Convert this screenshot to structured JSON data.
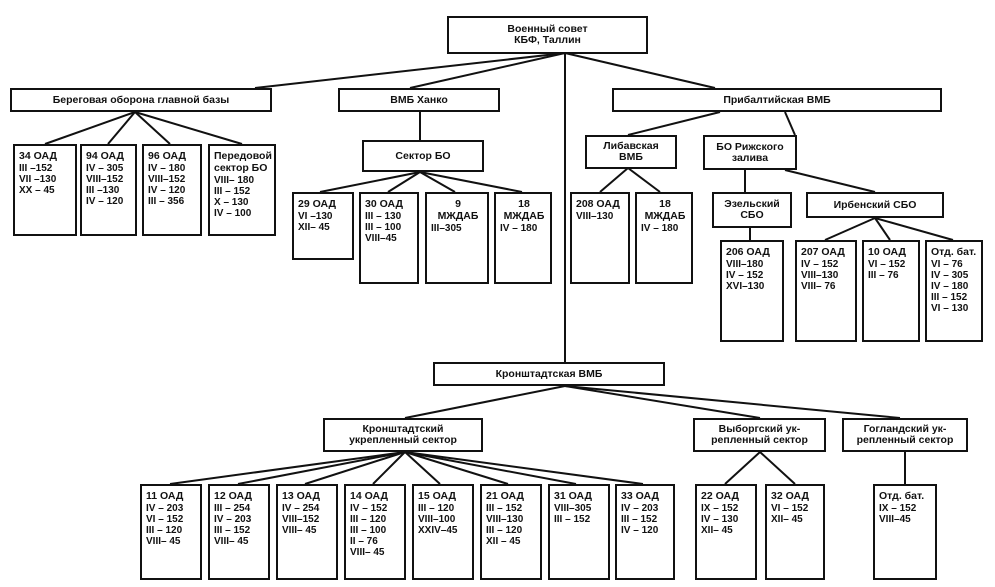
{
  "headers": {
    "military_council": "Военный совет\nКБФ, Таллин",
    "coastal_defense_main_base": "Береговая оборона главной базы",
    "vmb_hanko": "ВМБ Ханко",
    "baltic_vmb": "Прибалтийская ВМБ",
    "sector_bo": "Сектор БО",
    "libava_vmb": "Либавская\nВМБ",
    "bo_riga_gulf": "БО Рижского\nзалива",
    "ezel_sbo": "Эзельский\nСБО",
    "irben_sbo": "Ирбенский СБО",
    "kronstadt_vmb": "Кронштадтская ВМБ",
    "kronstadt_sector": "Кронштадтский\nукрепленный сектор",
    "vyborg_sector": "Выборгский ук-\nрепленный сектор",
    "gogland_sector": "Гогландский ук-\nрепленный сектор"
  },
  "units": {
    "u34": {
      "title": "34 ОАД",
      "lines": [
        "III –152",
        "VII –130",
        "XX – 45"
      ]
    },
    "u94": {
      "title": "94 ОАД",
      "lines": [
        "IV – 305",
        "VIII–152",
        "III –130",
        "IV – 120"
      ]
    },
    "u96": {
      "title": "96 ОАД",
      "lines": [
        "IV – 180",
        "VIII–152",
        "IV – 120",
        "III – 356"
      ]
    },
    "forward": {
      "title": "Передовой\nсектор БО",
      "lines": [
        "VIII– 180",
        "III – 152",
        "X – 130",
        "IV – 100"
      ]
    },
    "u29": {
      "title": "29 ОАД",
      "lines": [
        "VI –130",
        "XII– 45"
      ]
    },
    "u30": {
      "title": "30 ОАД",
      "lines": [
        "III – 130",
        "III – 100",
        "VIII–45"
      ]
    },
    "u9": {
      "title": "9\nМЖДАБ",
      "lines": [
        "III–305"
      ]
    },
    "u18h": {
      "title": "18\nМЖДАБ",
      "lines": [
        "IV – 180"
      ]
    },
    "u208": {
      "title": "208 ОАД",
      "lines": [
        "VIII–130"
      ]
    },
    "u18l": {
      "title": "18\nМЖДАБ",
      "lines": [
        "IV – 180"
      ]
    },
    "u206": {
      "title": "206 ОАД",
      "lines": [
        "VIII–180",
        "IV – 152",
        "XVI–130"
      ]
    },
    "u207": {
      "title": "207 ОАД",
      "lines": [
        "IV – 152",
        "VIII–130",
        "VIII– 76"
      ]
    },
    "u10": {
      "title": "10 ОАД",
      "lines": [
        "VI – 152",
        "III – 76"
      ]
    },
    "bat_irben": {
      "title": "Отд. бат.",
      "lines": [
        "VI – 76",
        "IV – 305",
        "IV – 180",
        "III – 152",
        "VI – 130"
      ]
    },
    "u11": {
      "title": "11 ОАД",
      "lines": [
        "IV – 203",
        "VI – 152",
        "III – 120",
        "VIII– 45"
      ]
    },
    "u12": {
      "title": "12 ОАД",
      "lines": [
        "III – 254",
        "IV – 203",
        "III – 152",
        "VIII– 45"
      ]
    },
    "u13": {
      "title": "13 ОАД",
      "lines": [
        "IV – 254",
        "VIII–152",
        "VIII– 45"
      ]
    },
    "u14": {
      "title": "14 ОАД",
      "lines": [
        "IV – 152",
        "III – 120",
        "III – 100",
        "II – 76",
        "VIII– 45"
      ]
    },
    "u15": {
      "title": "15 ОАД",
      "lines": [
        "III – 120",
        "VIII–100",
        "XXIV–45"
      ]
    },
    "u21": {
      "title": "21 ОАД",
      "lines": [
        "III – 152",
        "VIII–130",
        "III – 120",
        "XII – 45"
      ]
    },
    "u31": {
      "title": "31 ОАД",
      "lines": [
        "VIII–305",
        "III – 152"
      ]
    },
    "u33": {
      "title": "33 ОАД",
      "lines": [
        "IV – 203",
        "III – 152",
        "IV – 120"
      ]
    },
    "u22": {
      "title": "22 ОАД",
      "lines": [
        "IX – 152",
        "IV – 130",
        "XII– 45"
      ]
    },
    "u32": {
      "title": "32 ОАД",
      "lines": [
        "VI – 152",
        "XII– 45"
      ]
    },
    "bat_gogland": {
      "title": "Отд. бат.",
      "lines": [
        "IX – 152",
        "VIII–45"
      ]
    }
  }
}
